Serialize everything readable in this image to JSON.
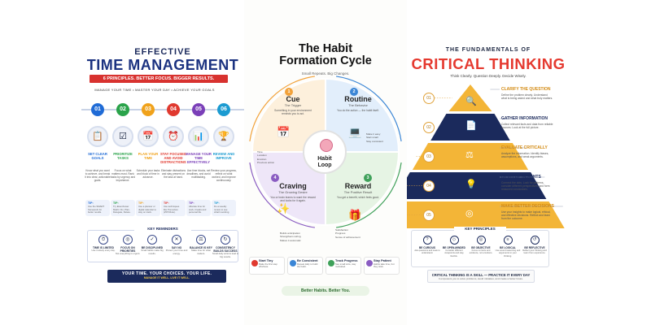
{
  "time_management": {
    "pre_title": "EFFECTIVE",
    "title": "TIME MANAGEMENT",
    "subtitle": "6 PRINCIPLES.  BETTER FOCUS.  BIGGER RESULTS.",
    "tagline": "MANAGE YOUR TIME  •  MASTER YOUR DAY  •  ACHIEVE YOUR GOALS",
    "steps": [
      {
        "num": "01",
        "color": "#1f6bd6",
        "icon": "📋",
        "icon_name": "clipboard-goals-icon",
        "title": "SET CLEAR GOALS",
        "desc": "Know what you want to achieve, and break it into clear, actionable goals.",
        "tip_label": "TIP:",
        "tip": "Use the SMART framework for better results."
      },
      {
        "num": "02",
        "color": "#2aa34a",
        "icon": "☑",
        "icon_name": "checklist-icon",
        "title": "PRIORITIZE TASKS",
        "desc": "Focus on what matters most. Rank tasks by urgency and importance.",
        "tip_label": "TIP:",
        "tip": "Try Eisenhower Matrix: Do, Plan, Delegate, Delete."
      },
      {
        "num": "03",
        "color": "#f0a21b",
        "icon": "📅",
        "icon_name": "calendar-icon",
        "title": "PLAN YOUR TIME",
        "desc": "Schedule your tasks and block of time in advance.",
        "tip_label": "TIP:",
        "tip": "Use a planner or digital calendar to stay on track."
      },
      {
        "num": "04",
        "color": "#e0392f",
        "icon": "⏰",
        "icon_name": "alarm-clock-icon",
        "title": "STAY FOCUSED AND AVOID DISTRACTIONS",
        "desc": "Eliminate distractions and stay present on the task at hand.",
        "tip_label": "TIP:",
        "tip": "Use techniques like Pomodoro (25/5 Rule)."
      },
      {
        "num": "05",
        "color": "#7a3fb8",
        "icon": "📊",
        "icon_name": "bar-chart-icon",
        "title": "MANAGE YOUR TIME EFFECTIVELY",
        "desc": "Use time blocks, set deadlines, and avoid multitasking.",
        "tip_label": "TIP:",
        "tip": "Allocate time for work, breaks and personal life."
      },
      {
        "num": "06",
        "color": "#1b9bd1",
        "icon": "🏆",
        "icon_name": "trophy-icon",
        "title": "REVIEW AND IMPROVE",
        "desc": "Review your progress, reflect on what worked, and improve continuously.",
        "tip_label": "TIP:",
        "tip": "Do a weekly review to see what's working."
      }
    ],
    "reminders_title": "KEY REMINDERS",
    "reminders": [
      {
        "icon": "⏱",
        "icon_name": "timer-icon",
        "label": "TIME IS LIMITED",
        "text": "Use it wisely every day."
      },
      {
        "icon": "◎",
        "icon_name": "target-icon",
        "label": "FOCUS ON PRIORITIES",
        "text": "Not everything is urgent."
      },
      {
        "icon": "✓",
        "icon_name": "check-icon",
        "label": "BE DISCIPLINED",
        "text": "Small habits make big results."
      },
      {
        "icon": "✕",
        "icon_name": "no-icon",
        "label": "SAY NO",
        "text": "Protect your time and energy."
      },
      {
        "icon": "⚖",
        "icon_name": "balance-icon",
        "label": "BALANCE IS KEY",
        "text": "Make time for what matters."
      },
      {
        "icon": "↻",
        "icon_name": "repeat-icon",
        "label": "CONSISTENCY BUILDS SUCCESS",
        "text": "Small daily actions lead to big results."
      }
    ],
    "footer_main": "YOUR TIME. YOUR CHOICES. YOUR LIFE.",
    "footer_sub": "MANAGE IT WELL. LIVE IT WELL."
  },
  "habit_cycle": {
    "title_line1": "The Habit",
    "title_line2": "Formation Cycle",
    "subtitle": "Small Repeats. Big Changes.",
    "hub": {
      "line1": "Habit",
      "line2": "Loop",
      "icon_name": "brain-icon"
    },
    "quadrants": [
      {
        "num": "1",
        "color": "#f2a23a",
        "bg": "#fdf0dc",
        "title": "Cue",
        "sub": "The Trigger",
        "desc": "Something in your environment reminds you to act.",
        "list": [
          "Time",
          "Location",
          "Emotion",
          "Previous action"
        ],
        "icon": "📅",
        "icon_name": "calendar-icon"
      },
      {
        "num": "2",
        "color": "#3b86d6",
        "bg": "#e2eefb",
        "title": "Routine",
        "sub": "The Behavior",
        "desc": "You do the action — the habit itself.",
        "list": [
          "Make it easy",
          "Start small",
          "Stay consistent"
        ],
        "icon": "💻",
        "icon_name": "laptop-person-icon"
      },
      {
        "num": "3",
        "color": "#3fa15a",
        "bg": "#e6f4e4",
        "title": "Reward",
        "sub": "The Positive Result",
        "desc": "You get a benefit, which feels good.",
        "list": [
          "Satisfaction",
          "Progress",
          "Sense of achievement"
        ],
        "icon": "🎁",
        "icon_name": "gift-icon"
      },
      {
        "num": "4",
        "color": "#8a5cc2",
        "bg": "#eee6f8",
        "title": "Craving",
        "sub": "The Growing Desire",
        "desc": "You or brain learns to want the reward and looks for it again.",
        "list": [
          "Builds anticipation",
          "Strengthens wiring",
          "Makes it automatic"
        ],
        "icon": "✨",
        "icon_name": "sparkle-icon"
      }
    ],
    "tips": [
      {
        "color": "#e0392f",
        "label": "Start Tiny",
        "text": "Make the first step effortless."
      },
      {
        "color": "#3b86d6",
        "label": "Be Consistent",
        "text": "Repeat daily to build the habit."
      },
      {
        "color": "#3fa15a",
        "label": "Track Progress",
        "text": "See small wins, stay motivated."
      },
      {
        "color": "#8a5cc2",
        "label": "Stay Patient",
        "text": "Habits take time, but they stick."
      }
    ],
    "footer": "Better Habits. Better You."
  },
  "critical_thinking": {
    "pre_title": "THE FUNDAMENTALS OF",
    "title": "CRITICAL THINKING",
    "subtitle": "Think Clearly. Question Deeply. Decide Wisely.",
    "levels": [
      {
        "num": "01",
        "color": "#f3b537",
        "head_color": "#d38a12",
        "title": "CLARIFY THE QUESTION",
        "desc": "Define the problem clearly. Understand what is being asked and what truly matters.",
        "icon": "🔍",
        "icon_name": "magnifier-icon"
      },
      {
        "num": "02",
        "color": "#1b2a5c",
        "head_color": "#1b2a5c",
        "title": "GATHER INFORMATION",
        "desc": "Collect relevant facts and data from reliable sources. Look at the full picture.",
        "icon": "📄",
        "icon_name": "document-icon"
      },
      {
        "num": "03",
        "color": "#f3b537",
        "head_color": "#d38a12",
        "title": "EVALUATE CRITICALLY",
        "desc": "Analyze the information. Identify biases, assumptions, and weak arguments.",
        "icon": "⚖",
        "icon_name": "scales-icon"
      },
      {
        "num": "04",
        "color": "#1b2a5c",
        "head_color": "#1b2a5c",
        "title": "DEVELOP INSIGHTS",
        "desc": "Connect the dots. Look for patterns, consider different perspectives, and form reasoned conclusions.",
        "icon": "💡",
        "icon_name": "lightbulb-icon"
      },
      {
        "num": "05",
        "color": "#f3b537",
        "head_color": "#d38a12",
        "title": "MAKE BETTER DECISIONS",
        "desc": "Use your insights to make logical, ethical, and effective decisions. Reflect and learn from the outcome.",
        "icon": "◎",
        "icon_name": "target-icon"
      }
    ],
    "principles_title": "KEY PRINCIPLES",
    "principles": [
      {
        "icon": "?",
        "icon_name": "question-icon",
        "label": "BE CURIOUS",
        "text": "Ask questions and seek to understand."
      },
      {
        "icon": "◇",
        "icon_name": "open-mind-icon",
        "label": "BE OPEN-MINDED",
        "text": "Consider different viewpoints and stay flexible."
      },
      {
        "icon": "◎",
        "icon_name": "objective-icon",
        "label": "BE OBJECTIVE",
        "text": "Focus on facts and evidence, not emotions."
      },
      {
        "icon": "≡",
        "icon_name": "logic-icon",
        "label": "BE LOGICAL",
        "text": "Use sound reasoning and arguments to your thinking."
      },
      {
        "icon": "↺",
        "icon_name": "reflect-icon",
        "label": "BE REFLECTIVE",
        "text": "Reflect your thinking and learn from experience."
      }
    ],
    "footer_main": "CRITICAL THINKING IS A SKILL — PRACTICE IT EVERY DAY",
    "footer_sub": "It empowers you to solve problems, avoid mistakes, and create a better future."
  }
}
